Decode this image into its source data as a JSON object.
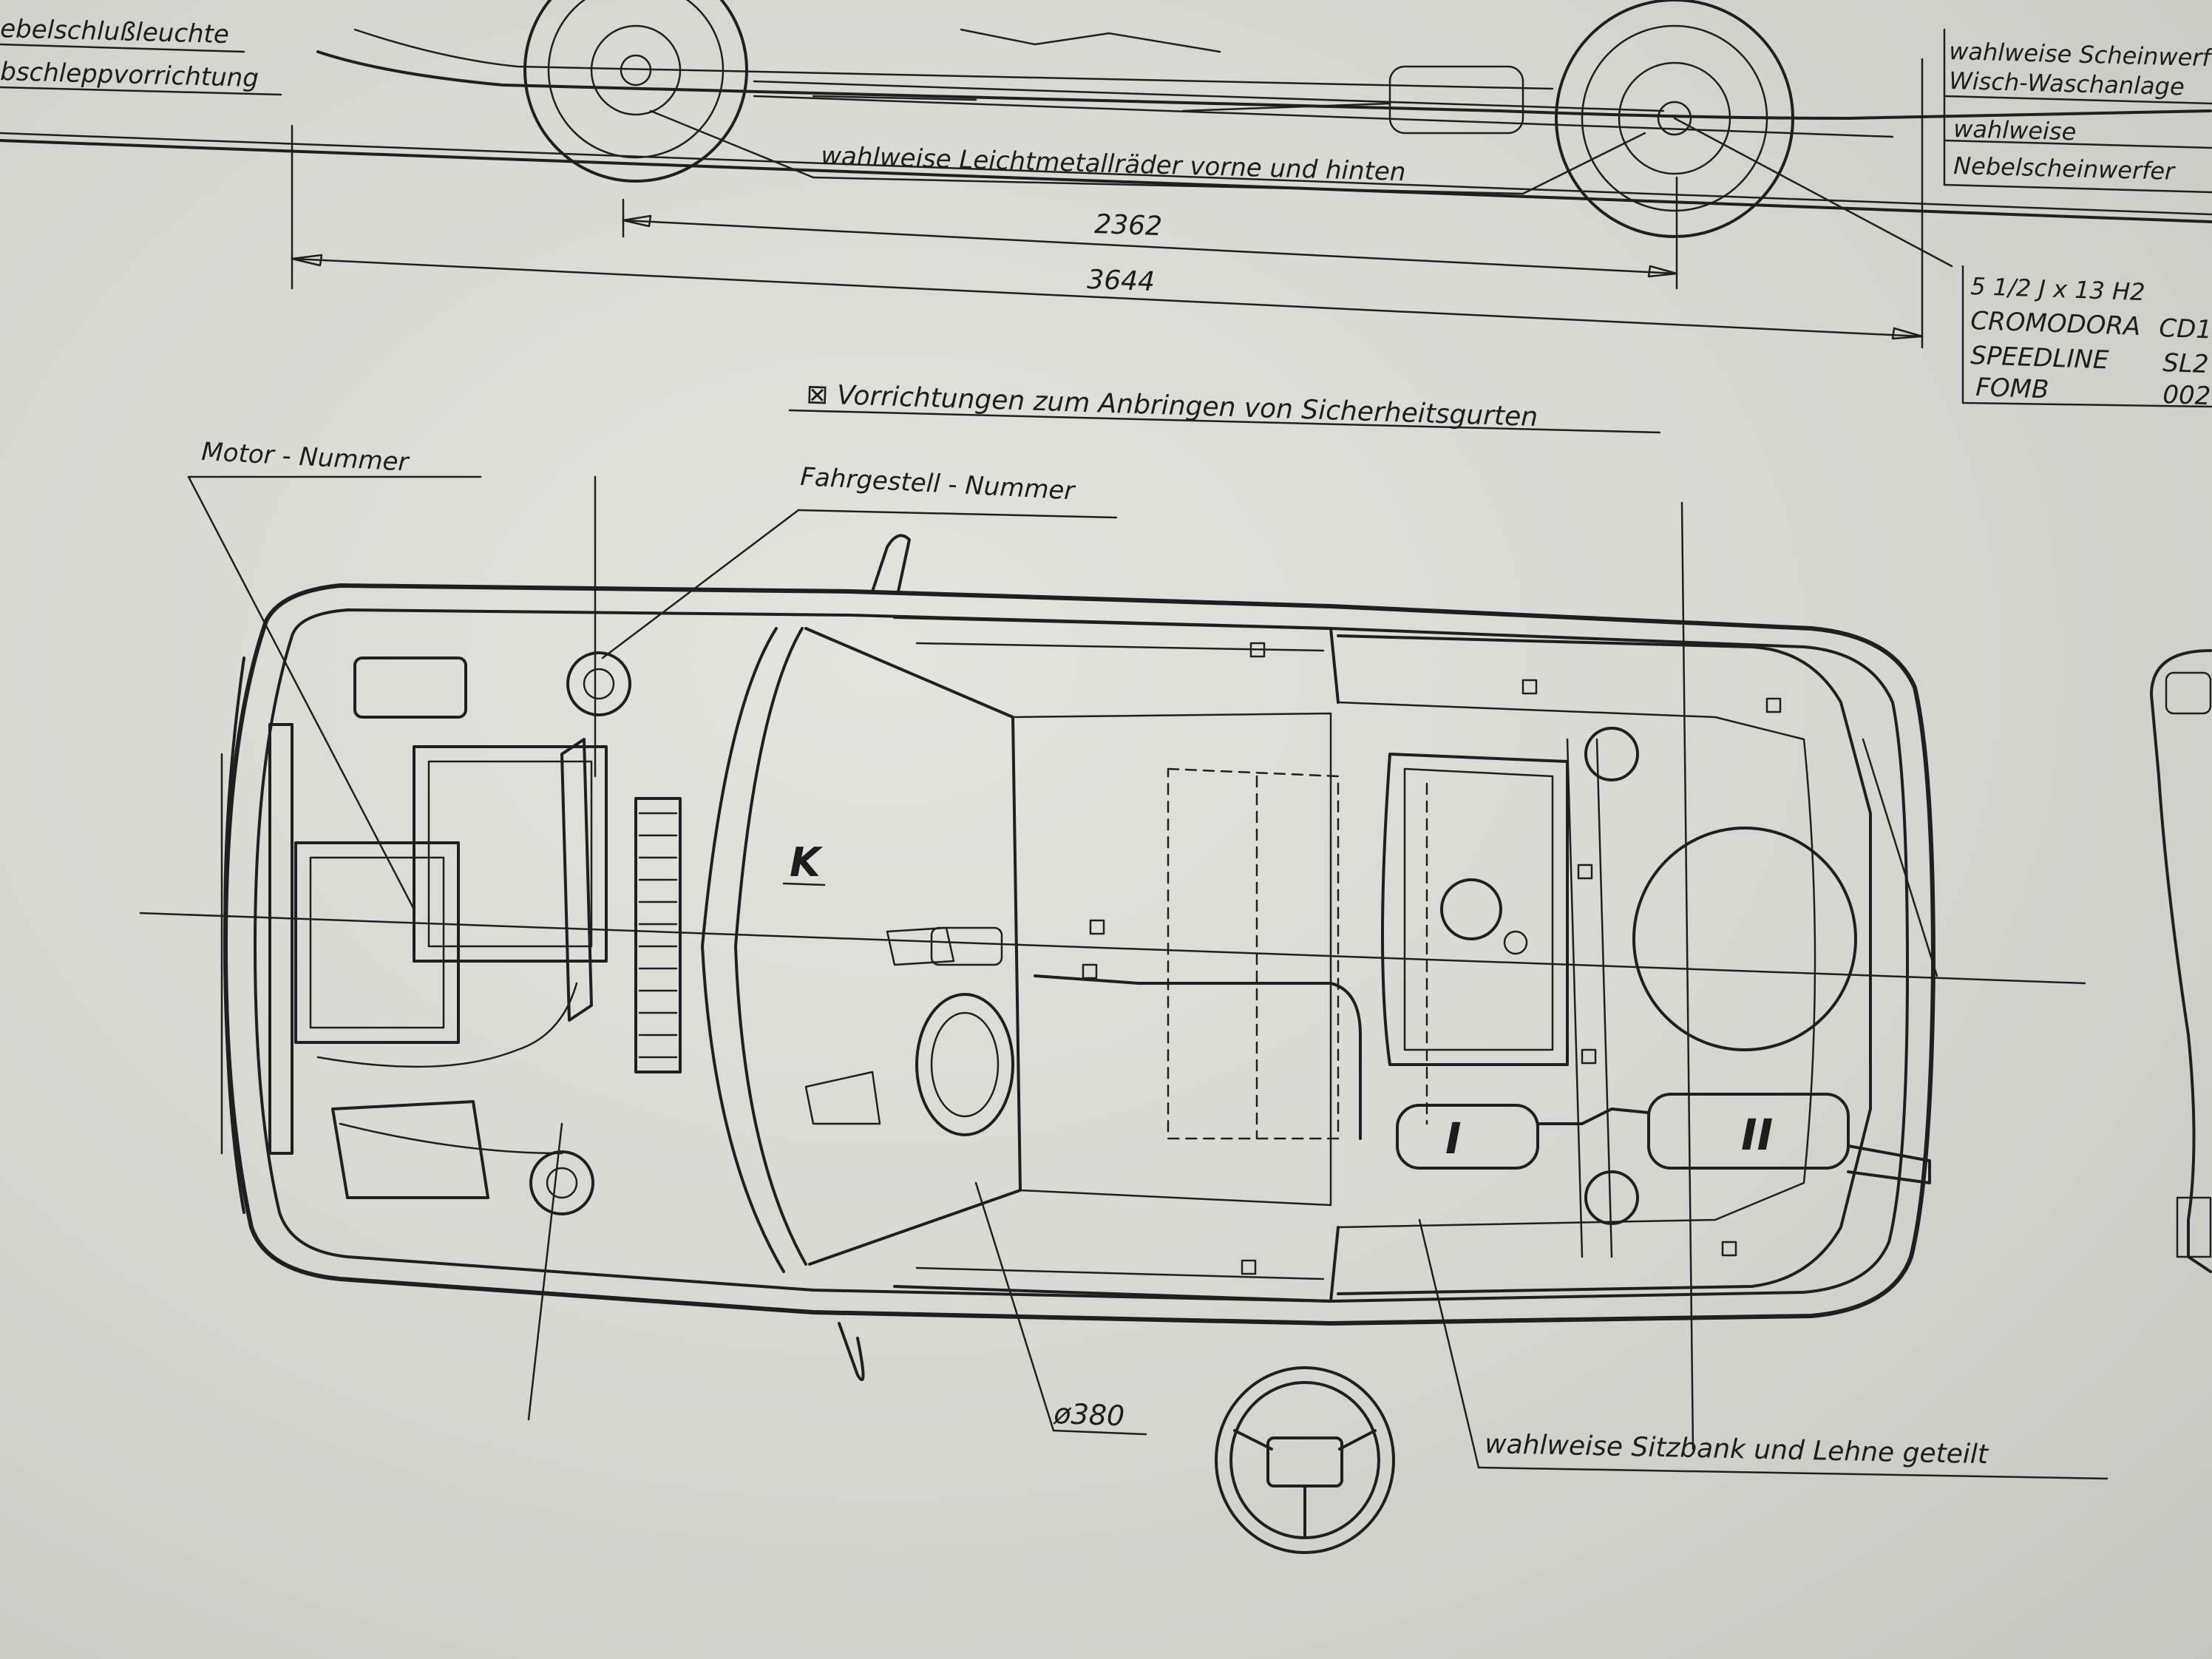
{
  "labels": {
    "fog_light": "ebelschlußleuchte",
    "tow": "bschleppvorrichtung",
    "headlamp_wash": "wahlweise Scheinwerf",
    "wash_system": "Wisch-Waschanlage",
    "fog_lamp_opt": "wahlweise",
    "fog_lamp": "Nebelscheinwerfer",
    "alloy_wheels": "wahlweise Leichtmetallräder vorne und hinten",
    "belt_mounts": "⊠ Vorrichtungen zum Anbringen von Sicherheitsgurten",
    "engine_number": "Motor - Nummer",
    "chassis_number": "Fahrgestell - Nummer",
    "steering_diameter": "ø380",
    "split_seat": "wahlweise Sitzbank und Lehne geteilt",
    "k_mark": "K",
    "muffler_1": "I",
    "muffler_2": "II"
  },
  "dimensions": {
    "wheelbase": "2362",
    "length": "3644"
  },
  "wheel_spec": {
    "size": "5 1/2 J x 13 H2",
    "rows": [
      {
        "maker": "CROMODORA",
        "code": "CD1"
      },
      {
        "maker": "SPEEDLINE",
        "code": "SL2"
      },
      {
        "maker": "FOMB",
        "code": "002"
      }
    ]
  }
}
